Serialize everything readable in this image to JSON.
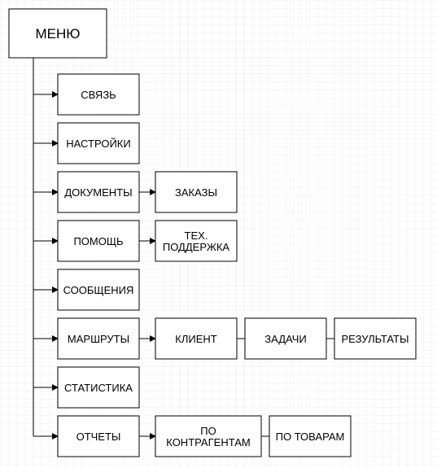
{
  "diagram": {
    "root": {
      "id": "menu",
      "label": [
        "МЕНЮ"
      ]
    },
    "nodes": [
      {
        "id": "svyaz",
        "label": [
          "СВЯЗЬ"
        ]
      },
      {
        "id": "nastroyki",
        "label": [
          "НАСТРОЙКИ"
        ]
      },
      {
        "id": "dokumenty",
        "label": [
          "ДОКУМЕНТЫ"
        ]
      },
      {
        "id": "zakazy",
        "label": [
          "ЗАКАЗЫ"
        ]
      },
      {
        "id": "pomosch",
        "label": [
          "ПОМОЩЬ"
        ]
      },
      {
        "id": "tekh-podderzhka",
        "label": [
          "ТЕХ.",
          "ПОДДЕРЖКА"
        ]
      },
      {
        "id": "soobscheniya",
        "label": [
          "СООБЩЕНИЯ"
        ]
      },
      {
        "id": "marshruty",
        "label": [
          "МАРШРУТЫ"
        ]
      },
      {
        "id": "klient",
        "label": [
          "КЛИЕНТ"
        ]
      },
      {
        "id": "zadachi",
        "label": [
          "ЗАДАЧИ"
        ]
      },
      {
        "id": "rezultaty",
        "label": [
          "РЕЗУЛЬТАТЫ"
        ]
      },
      {
        "id": "statistika",
        "label": [
          "СТАТИСТИКА"
        ]
      },
      {
        "id": "otchety",
        "label": [
          "ОТЧЕТЫ"
        ]
      },
      {
        "id": "po-kontragentam",
        "label": [
          "ПО",
          "КОНТРАГЕНТАМ"
        ]
      },
      {
        "id": "po-tovaram",
        "label": [
          "ПО ТОВАРАМ"
        ]
      }
    ],
    "edges": [
      {
        "from": "menu",
        "to": "svyaz",
        "arrow": true
      },
      {
        "from": "menu",
        "to": "nastroyki",
        "arrow": true
      },
      {
        "from": "menu",
        "to": "dokumenty",
        "arrow": true
      },
      {
        "from": "menu",
        "to": "pomosch",
        "arrow": true
      },
      {
        "from": "menu",
        "to": "soobscheniya",
        "arrow": true
      },
      {
        "from": "menu",
        "to": "marshruty",
        "arrow": true
      },
      {
        "from": "menu",
        "to": "statistika",
        "arrow": true
      },
      {
        "from": "menu",
        "to": "otchety",
        "arrow": true
      },
      {
        "from": "dokumenty",
        "to": "zakazy",
        "arrow": true
      },
      {
        "from": "pomosch",
        "to": "tekh-podderzhka",
        "arrow": true
      },
      {
        "from": "marshruty",
        "to": "klient",
        "arrow": true
      },
      {
        "from": "klient",
        "to": "zadachi",
        "arrow": false
      },
      {
        "from": "zadachi",
        "to": "rezultaty",
        "arrow": false
      },
      {
        "from": "otchety",
        "to": "po-kontragentam",
        "arrow": true
      },
      {
        "from": "po-kontragentam",
        "to": "po-tovaram",
        "arrow": false
      }
    ],
    "colors": {
      "grid": "#e8e8e8",
      "stroke": "#000000",
      "fill": "#ffffff",
      "text": "#000000"
    }
  }
}
